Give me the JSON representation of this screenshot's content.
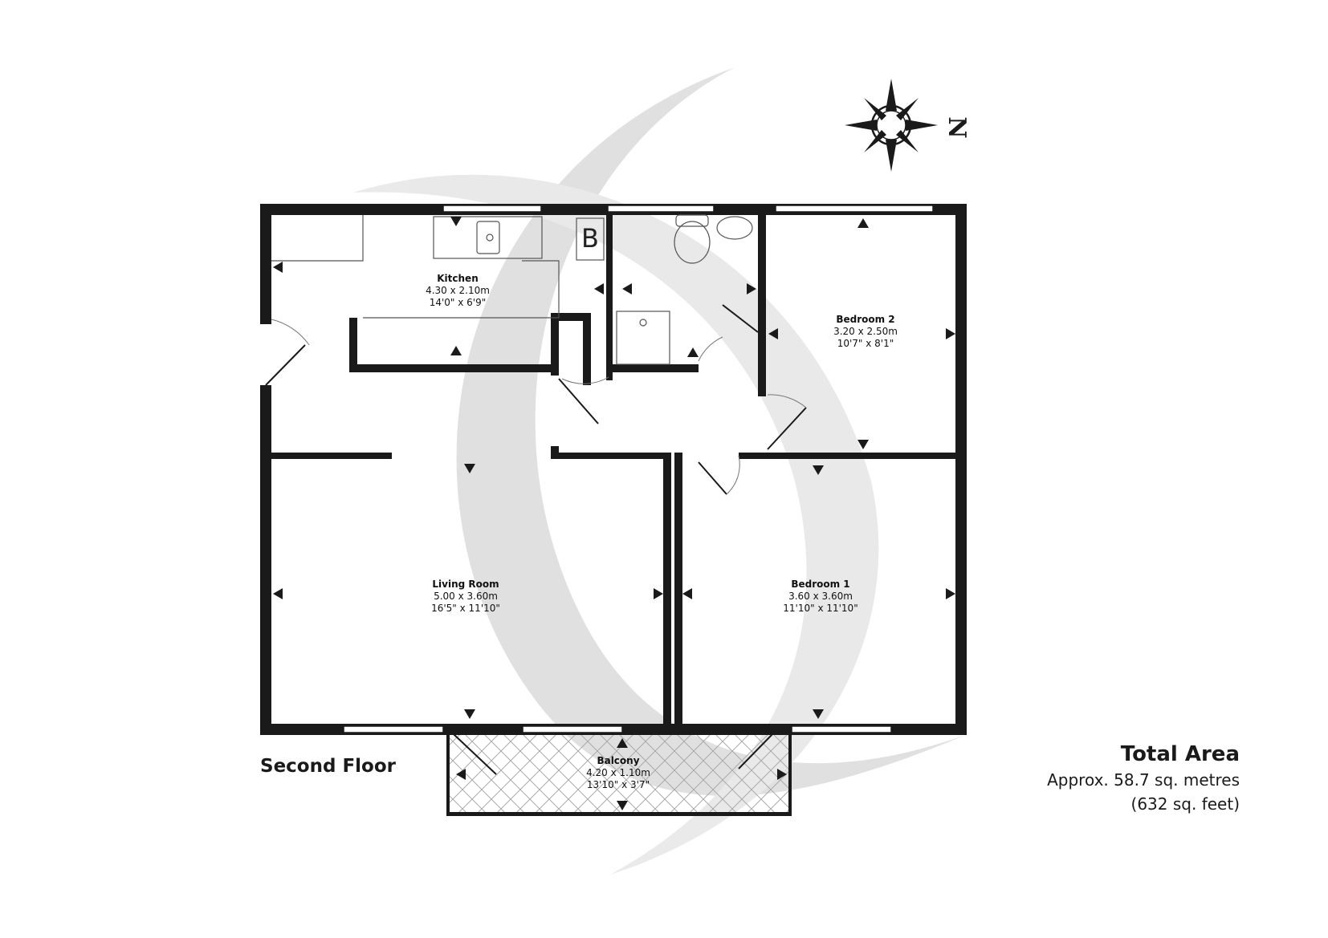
{
  "floor_label": "Second Floor",
  "compass": {
    "letter": "N"
  },
  "rooms": [
    {
      "key": "kitchen",
      "name": "Kitchen",
      "metric": "4.30 x 2.10m",
      "imperial": "14'0\" x 6'9\""
    },
    {
      "key": "bedroom2",
      "name": "Bedroom 2",
      "metric": "3.20 x 2.50m",
      "imperial": "10'7\" x 8'1\""
    },
    {
      "key": "living",
      "name": "Living Room",
      "metric": "5.00 x 3.60m",
      "imperial": "16'5\" x 11'10\""
    },
    {
      "key": "bedroom1",
      "name": "Bedroom 1",
      "metric": "3.60 x 3.60m",
      "imperial": "11'10\" x 11'10\""
    },
    {
      "key": "balcony",
      "name": "Balcony",
      "metric": "4.20 x 1.10m",
      "imperial": "13'10\" x 3'7\""
    }
  ],
  "boiler_label": "B",
  "total_area": {
    "title": "Total Area",
    "metric": "Approx. 58.7 sq. metres",
    "imperial": "(632 sq. feet)"
  },
  "colors": {
    "wall": "#1a1a1a",
    "watermark": "#c8c8c8",
    "text": "#111111"
  }
}
